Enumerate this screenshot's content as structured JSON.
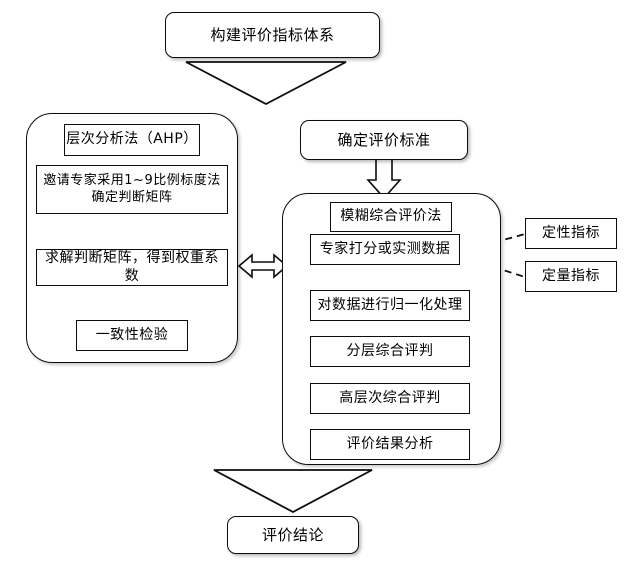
{
  "diagram": {
    "title_node": {
      "label": "构建评价指标体系"
    },
    "criteria_node": {
      "label": "确定评价标准"
    },
    "conclusion_node": {
      "label": "评价结论"
    },
    "ahp_panel": {
      "header": "层次分析法（AHP）",
      "steps": [
        {
          "label": "邀请专家采用1~9比例标度法确定判断矩阵"
        },
        {
          "label": "求解判断矩阵，得到权重系数"
        },
        {
          "label": "一致性检验"
        }
      ]
    },
    "fuzzy_panel": {
      "header": "模糊综合评价法",
      "steps": [
        {
          "label": "专家打分或实测数据"
        },
        {
          "label": "对数据进行归一化处理"
        },
        {
          "label": "分层综合评判"
        },
        {
          "label": "高层次综合评判"
        },
        {
          "label": "评价结果分析"
        }
      ]
    },
    "indicators": [
      {
        "label": "定性指标"
      },
      {
        "label": "定量指标"
      }
    ],
    "connectors": {
      "top_arrow": "block-arrowhead-down-icon",
      "criteria_arrow": "block-arrow-down-icon",
      "link_arrow": "double-headed-arrow-icon",
      "bottom_arrow": "block-arrowhead-down-icon",
      "indicator_links": "dashed-connector-icon"
    },
    "colors": {
      "stroke": "#0d0d0d",
      "background": "#ffffff",
      "text": "#000000"
    }
  }
}
